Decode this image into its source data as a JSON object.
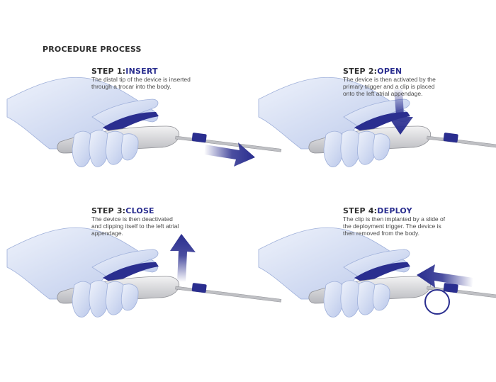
{
  "title": "PROCEDURE PROCESS",
  "steps": [
    {
      "number": "STEP 1:",
      "action": "INSERT",
      "lines": [
        "The distal tip of the device is inserted",
        "through a trocar into the body."
      ],
      "arrow": "arrow-right-icon"
    },
    {
      "number": "STEP 2:",
      "action": "OPEN",
      "lines": [
        "The device is then activated by the",
        "primary trigger and a clip is placed",
        "onto the left atrial appendage."
      ],
      "arrow": "arrow-down-icon"
    },
    {
      "number": "STEP 3:",
      "action": "CLOSE",
      "lines": [
        "The device is then deactivated",
        "and clipping itself to the left atrial",
        "appendage."
      ],
      "arrow": "arrow-up-icon"
    },
    {
      "number": "STEP 4:",
      "action": "DEPLOY",
      "lines": [
        "The clip is then implanted by a slide of",
        "the deployment trigger. The device is",
        "then removed from the body."
      ],
      "arrow": "arrow-left-icon"
    }
  ],
  "colors": {
    "accent": "#2a2e8f",
    "glove": "#cdd7f0",
    "device": "#d9d9dc",
    "trigger": "#2a2e8f"
  }
}
